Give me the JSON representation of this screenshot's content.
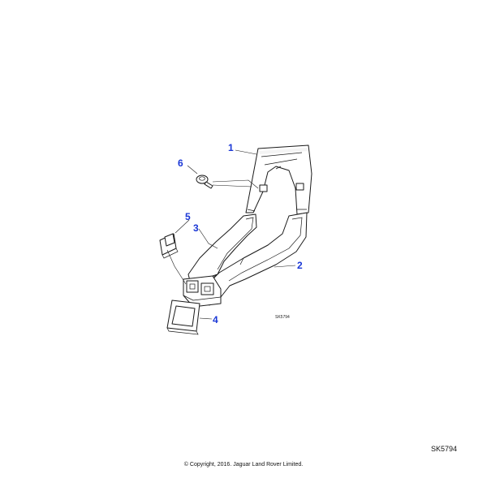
{
  "diagram": {
    "callouts": [
      "1",
      "2",
      "3",
      "4",
      "5",
      "6"
    ],
    "drawing_ref": "SK5794"
  },
  "footer": {
    "ref_code": "SK5794",
    "copyright": "© Copyright, 2016. Jaguar Land Rover Limited."
  }
}
